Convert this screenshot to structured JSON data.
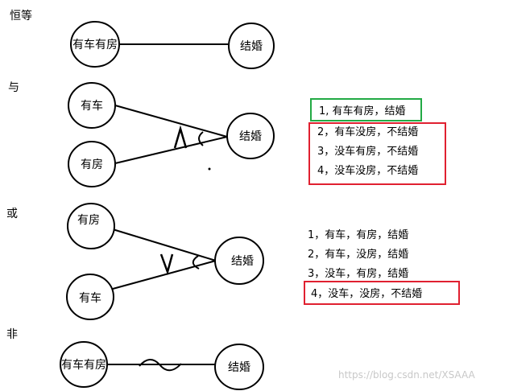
{
  "colors": {
    "stroke": "#000000",
    "true_box": "#22aa44",
    "false_box": "#e02030",
    "watermark": "#c8c8c8"
  },
  "sections": {
    "identity": {
      "title": "恒等",
      "input": "有车有房",
      "output": "结婚"
    },
    "and": {
      "title": "与",
      "input_a": "有车",
      "input_b": "有房",
      "output": "结婚",
      "symbol": "∧",
      "rules": [
        "1, 有车有房，结婚",
        "2，有车没房，不结婚",
        "3，没车有房，不结婚",
        "4，没车没房，不结婚"
      ]
    },
    "or": {
      "title": "或",
      "input_a": "有房",
      "input_b": "有车",
      "output": "结婚",
      "symbol": "∨",
      "rules": [
        "1，有车，有房，结婚",
        "2，有车，没房，结婚",
        "3，没车，有房，结婚",
        "4，没车，没房，不结婚"
      ]
    },
    "not": {
      "title": "非",
      "input": "有车有房",
      "output": "结婚"
    }
  },
  "watermark": "https://blog.csdn.net/XSAAA"
}
